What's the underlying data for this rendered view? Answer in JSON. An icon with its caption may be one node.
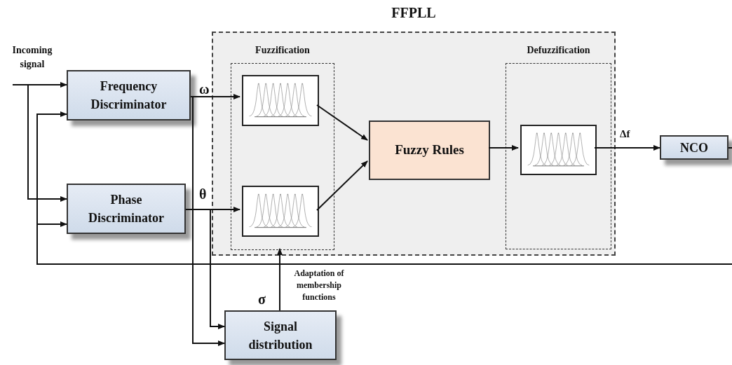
{
  "diagram": {
    "nodes": [
      {
        "text": [
          "FFPLL"
        ]
      },
      {
        "text": [
          "Fuzzification"
        ],
        "in": 0
      },
      {
        "text": [],
        "shape": "picture",
        "in": 1
      },
      {
        "text": [],
        "shape": "picture",
        "in": 1
      },
      {
        "text": [
          "Fuzzy Rules"
        ],
        "in": 0
      },
      {
        "text": [
          "Defuzzification"
        ],
        "in": 0
      },
      {
        "text": [],
        "shape": "picture",
        "in": 5
      },
      {
        "text": [
          "Frequency Discriminator"
        ]
      },
      {
        "text": [
          "Phase Discriminator"
        ]
      },
      {
        "text": [
          "NCO"
        ]
      },
      {
        "text": [
          "Signal distribution"
        ]
      }
    ],
    "edges": [
      {
        "from": null,
        "to": 7,
        "arrow": "to"
      },
      {
        "from": null,
        "to": 8,
        "arrow": "to"
      },
      {
        "from": null,
        "to": 7,
        "arrow": "to"
      },
      {
        "from": null,
        "to": 8,
        "arrow": "to"
      },
      {
        "from": 7,
        "to": 2,
        "arrow": "to",
        "label": "ω"
      },
      {
        "from": 7,
        "to": 10,
        "arrow": "to"
      },
      {
        "from": 8,
        "to": 3,
        "arrow": "to",
        "label": "θ"
      },
      {
        "from": 8,
        "to": 10,
        "arrow": "to"
      },
      {
        "from": 2,
        "to": 4,
        "arrow": "to"
      },
      {
        "from": 3,
        "to": 4,
        "arrow": "to"
      },
      {
        "from": 4,
        "to": 6,
        "arrow": "to"
      },
      {
        "from": 6,
        "to": 9,
        "arrow": "to",
        "label": "Δf"
      },
      {
        "from": 9,
        "to": null,
        "arrow": "none"
      },
      {
        "from": 10,
        "to": 1,
        "arrow": "to",
        "label": "Adaptation of membership functions"
      }
    ],
    "labels": [
      "Incoming signal",
      "σ"
    ]
  }
}
